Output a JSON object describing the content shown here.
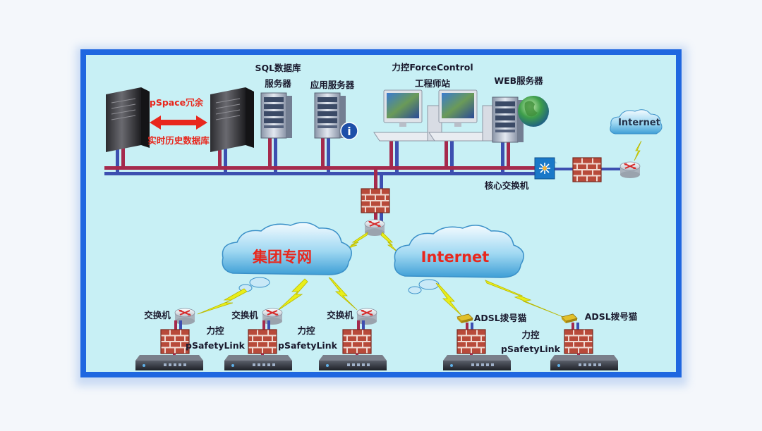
{
  "servers": {
    "redundancy_label": "pSpace冗余",
    "history_db_label": "实时历史数据库",
    "sql_label_line1": "SQL数据库",
    "sql_label_line2": "服务器",
    "app_server_label": "应用服务器",
    "engineer_label_line1": "力控ForceControl",
    "engineer_label_line2": "工程师站",
    "web_server_label": "WEB服务器"
  },
  "core": {
    "switch_label": "核心交换机",
    "internet_small": "Internet"
  },
  "clouds": {
    "group_net": "集团专网",
    "internet": "Internet"
  },
  "sites": {
    "switch_label": "交换机",
    "psafety_line1": "力控",
    "psafety_line2": "pSafetyLink",
    "adsl_label": "ADSL拨号猫"
  },
  "colors": {
    "frame_border": "#1f67e0",
    "panel_bg": "#c8f0f5",
    "bus_red": "#a52a4c",
    "bus_blue": "#3d4fb0",
    "label_red": "#e8271d",
    "lightning": "#e8ee1a"
  }
}
